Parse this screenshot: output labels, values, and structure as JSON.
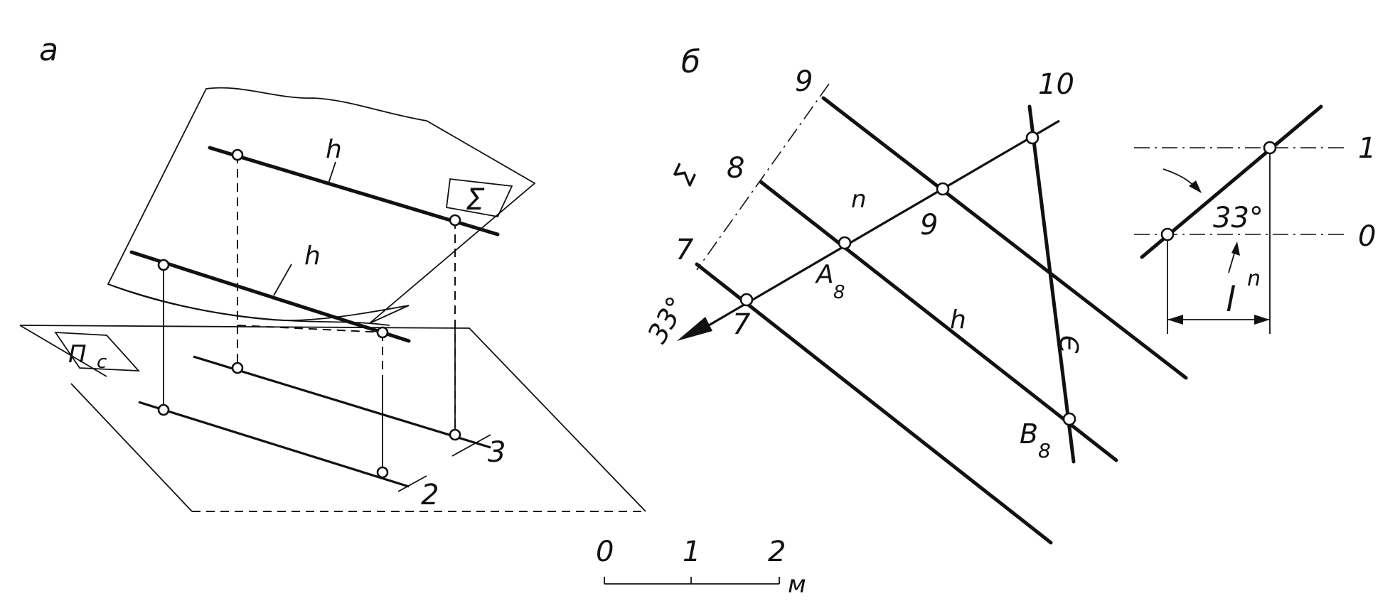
{
  "panel_a": {
    "label": "a",
    "plane_sigma": "Σ",
    "plane_pi": "П",
    "plane_pi_sub": "c",
    "h_upper": "h",
    "h_lower": "h",
    "level_3": "3",
    "level_2": "2"
  },
  "panel_b": {
    "label": "б",
    "sigma": "Σ",
    "level_9": "9",
    "level_8": "8",
    "level_7": "7",
    "level_10": "10",
    "point_9": "9",
    "point_7": "7",
    "point_A": "A",
    "point_A_sub": "8",
    "point_B": "B",
    "point_B_sub": "8",
    "line_n": "n",
    "line_h": "h",
    "line_e": "Э",
    "angle": "33°"
  },
  "panel_c": {
    "level_1": "1",
    "level_0": "0",
    "angle": "33°",
    "l_label": "l",
    "n_label": "n"
  },
  "scale_bar": {
    "tick_0": "0",
    "tick_1": "1",
    "tick_2": "2",
    "unit": "м"
  }
}
